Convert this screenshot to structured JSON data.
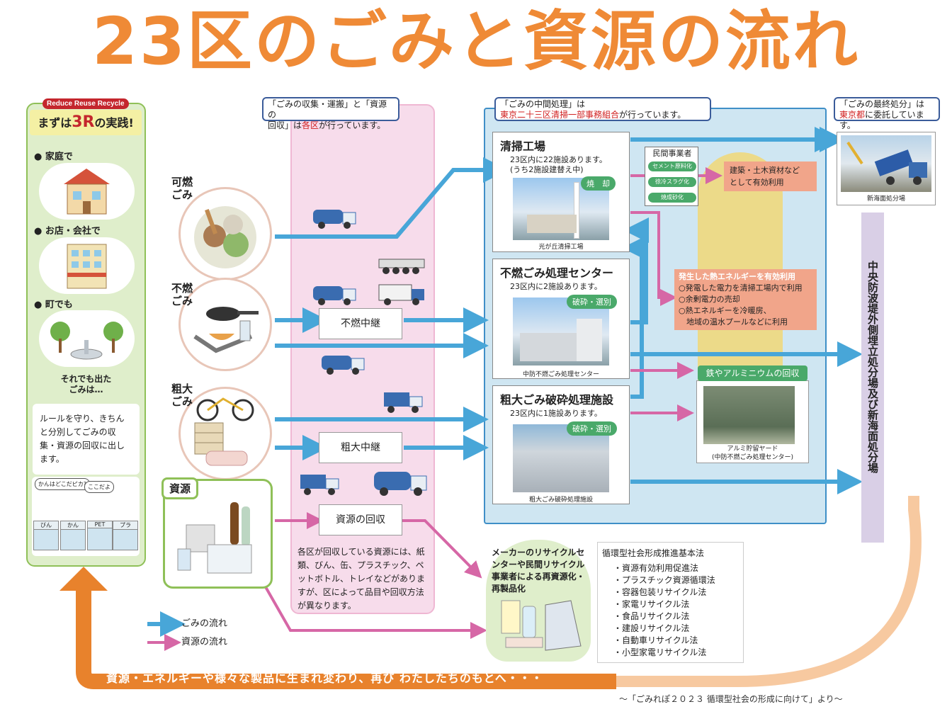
{
  "title": "23区のごみと資源の流れ",
  "left_panel": {
    "tag": "Reduce Reuse Recycle",
    "heading_pre": "まずは",
    "heading_big": "3R",
    "heading_post": "の実践!",
    "sections": [
      "● 家庭で",
      "● お店・会社で",
      "● 町でも"
    ],
    "still": "それでも出た\nごみは…",
    "rule": "ルールを守り、きちんと分別してごみの収集・資源の回収に出します。",
    "bubble_left": "かんはどこだピカ?",
    "bubble_right": "ここだよ",
    "bins": [
      "びん",
      "かん",
      "PET",
      "プラ"
    ]
  },
  "band": {
    "note_a": "「ごみの収集・運搬」と「資源の",
    "note_b": "回収」は",
    "note_red": "各区",
    "note_c": "が行っています。",
    "relay_nonburn": "不燃中継",
    "relay_bulky": "粗大中継",
    "relay_res": "資源の回収",
    "res_note": "各区が回収している資源には、紙類、びん、缶、プラスチック、ペットボトル、トレイなどがありますが、区によって品目や回収方法が異なります。"
  },
  "categories": {
    "burnable": "可燃\nごみ",
    "nonburnable": "不燃\nごみ",
    "bulky": "粗大\nごみ",
    "resources": "資源"
  },
  "middle": {
    "note_a": "「ごみの中間処理」は",
    "note_red": "東京二十三区清掃一部事務組合",
    "note_b": "が行っています。",
    "f1_title": "清掃工場",
    "f1_sub": "23区内に22施設あります。\n(うち2施設建替え中)",
    "f1_badge": "焼　却",
    "f1_cap": "光が丘清掃工場",
    "f2_title": "不燃ごみ処理センター",
    "f2_sub": "23区内に2施設あります。",
    "f2_badge": "破砕・選別",
    "f2_cap": "中防不燃ごみ処理センター",
    "f3_title": "粗大ごみ破砕処理施設",
    "f3_sub": "23区内に1施設あります。",
    "f3_badge": "破砕・選別",
    "f3_cap": "粗大ごみ破砕処理施設",
    "priv_title": "民間事業者",
    "priv_items": [
      "セメント原料化",
      "徐冷スラグ化",
      "焼成砂化"
    ],
    "use": "建築・土木資材など\nとして有効利用",
    "heat_title": "発生した熱エネルギーを有効利用",
    "heat_items": [
      "○発電した電力を清掃工場内で利用",
      "○余剰電力の売却",
      "○熱エネルギーを冷暖房、\n　地域の温水プールなどに利用"
    ],
    "iron": "鉄やアルミニウムの回収",
    "iron_cap": "アルミ貯留ヤード\n(中防不燃ごみ処理センター)"
  },
  "right": {
    "note_a": "「ごみの最終処分」は",
    "note_red": "東京都",
    "note_b": "に委託しています。",
    "photo_cap": "新海面処分場",
    "landfill": "中央防波堤外側埋立処分場及び新海面処分場"
  },
  "recycle": "メーカーのリサイクルセンターや民間リサイクル事業者による再資源化・再製品化",
  "laws": {
    "title": "循環型社会形成推進基本法",
    "items": [
      "・資源有効利用促進法",
      "・プラスチック資源循環法",
      "・容器包装リサイクル法",
      "・家電リサイクル法",
      "・食品リサイクル法",
      "・建設リサイクル法",
      "・自動車リサイクル法",
      "・小型家電リサイクル法"
    ]
  },
  "legend": {
    "garbage": "ごみの流れ",
    "resource": "資源の流れ"
  },
  "bottom": "資源・エネルギーや様々な製品に生まれ変わり、再び わたしたちのもとへ・・・",
  "credit": "～「ごみれぽ２０２３ 循環型社会の形成に向けて」より～",
  "colors": {
    "title": "#ef8a36",
    "garbage_arrow": "#48a6d8",
    "resource_arrow": "#d667a6",
    "return_arrow": "#e8822c",
    "accent_red": "#d02020"
  }
}
